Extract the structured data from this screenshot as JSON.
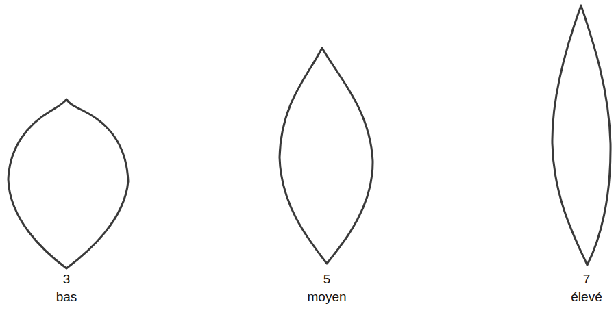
{
  "diagram": {
    "labels": [
      "3",
      "bas",
      "5",
      "moyen",
      "7",
      "élevé"
    ]
  }
}
